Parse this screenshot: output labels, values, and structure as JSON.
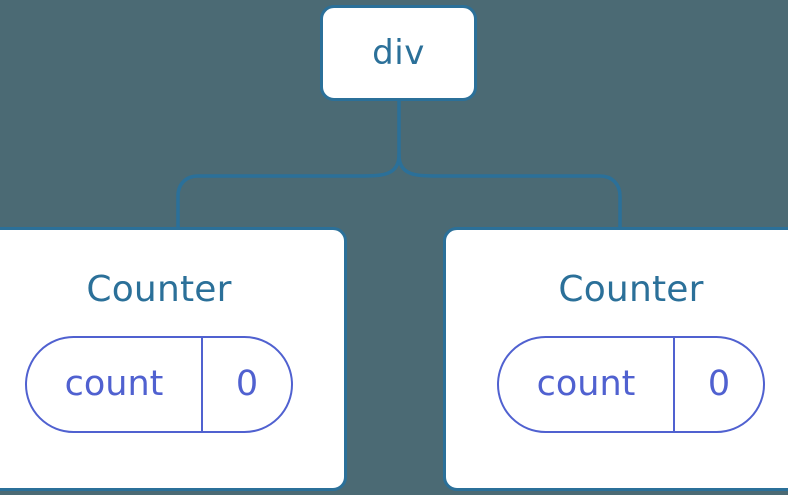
{
  "diagram": {
    "title": "React component tree with local state",
    "background_color": "#4b6a74",
    "node_border_color": "#2b7099",
    "node_text_color": "#2b7099",
    "state_color": "#5061d0",
    "connector_color": "#2b7099",
    "root": {
      "label": "div"
    },
    "children": [
      {
        "label": "Counter",
        "state": {
          "key": "count",
          "value": "0"
        }
      },
      {
        "label": "Counter",
        "state": {
          "key": "count",
          "value": "0"
        }
      }
    ]
  }
}
